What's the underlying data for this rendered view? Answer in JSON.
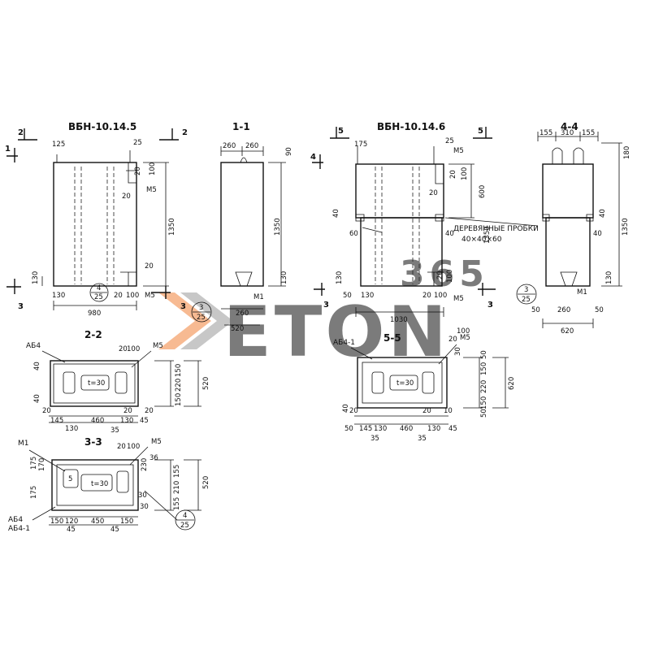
{
  "watermark": {
    "brand": "ETON",
    "number": "365",
    "color_orange": "#f2833a",
    "color_gray": "#9a9a9a"
  },
  "views": {
    "v_a": {
      "title": "ВБН-10.14.5",
      "cut_top_left": "2",
      "cut_top_right": "2",
      "cut_side": "1",
      "cut_bottom": "3",
      "cut_bottom_right": "3",
      "dims": [
        "125",
        "25",
        "20",
        "100",
        "20",
        "М5",
        "1350",
        "20",
        "130",
        "130",
        "20",
        "100",
        "М5",
        "980"
      ],
      "callout_top": "4",
      "callout_bottom": "25"
    },
    "v_b": {
      "title": "1-1",
      "dims": [
        "260",
        "260",
        "90",
        "1350",
        "130",
        "М1",
        "260",
        "520"
      ],
      "callout_top": "3",
      "callout_bottom": "25"
    },
    "v_c": {
      "title": "ВБН-10.14.6",
      "cut_top_left": "5",
      "cut_top_right": "5",
      "cut_side": "4",
      "cut_bottom": "3",
      "cut_bottom_right": "3",
      "dims": [
        "175",
        "25",
        "М5",
        "20",
        "100",
        "600",
        "20",
        "40",
        "1350",
        "60",
        "40",
        "130",
        "20",
        "100",
        "50",
        "130",
        "20",
        "100",
        "М5",
        "1030"
      ],
      "note_line1": "ДЕРЕВЯННЫЕ ПРОБКИ",
      "note_line2": "40×40×60"
    },
    "v_d": {
      "title": "4-4",
      "dims": [
        "155",
        "310",
        "155",
        "180",
        "1350",
        "40",
        "40",
        "130",
        "М1",
        "50",
        "260",
        "50",
        "620"
      ],
      "callout_top": "3",
      "callout_bottom": "25"
    },
    "s22": {
      "title": "2-2",
      "rebar": "АБ4",
      "mark": "М5",
      "depth": "t=30",
      "dims": [
        "20",
        "100",
        "40",
        "150",
        "220",
        "150",
        "40",
        "520",
        "20",
        "145",
        "130",
        "460",
        "130",
        "45",
        "35",
        "20",
        "20"
      ]
    },
    "s55": {
      "title": "5-5",
      "rebar": "АБ4-1",
      "mark": "М5",
      "depth": "t=30",
      "dims": [
        "20",
        "100",
        "30",
        "50",
        "150",
        "220",
        "150",
        "50",
        "40",
        "620",
        "50",
        "145",
        "130",
        "460",
        "130",
        "45",
        "35",
        "35",
        "20",
        "20",
        "10"
      ]
    },
    "s33": {
      "title": "3-3",
      "rebar1": "АБ4",
      "rebar2": "АБ4-1",
      "mark_left": "М1",
      "mark_right": "М5",
      "depth": "t=30",
      "small": "5",
      "dims": [
        "20",
        "100",
        "175",
        "170",
        "175",
        "230",
        "155",
        "210",
        "155",
        "36",
        "30",
        "520",
        "30",
        "150",
        "120",
        "450",
        "150",
        "45",
        "45"
      ],
      "callout_top": "4",
      "callout_bottom": "25"
    }
  }
}
